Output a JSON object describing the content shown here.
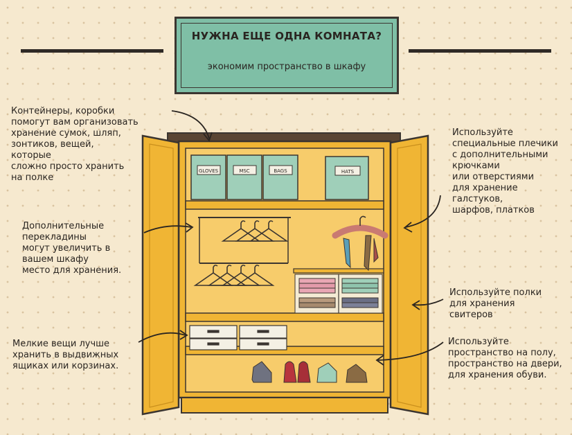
{
  "banner": {
    "title": "НУЖНА ЕЩЕ ОДНА КОМНАТА?",
    "subtitle": "экономим пространство в шкафу"
  },
  "notes": {
    "boxes": "Контейнеры, коробки\nпомогут вам организовать\nхранение сумок, шляп,\nзонтиков, вещей,\nкоторые\nсложно просто хранить\nна полке",
    "rods": "Дополнительные\nперекладины\nмогут увеличить в\nвашем шкафу\nместо для хранения.",
    "drawers": "Мелкие вещи лучше\nхранить в выдвижных\nящиках или корзинах.",
    "hangers": "Используйте\nспециальные плечики\nс дополнительными\nкрючками\nили отверстиями\nдля хранение\nгалстуков,\nшарфов, платков",
    "shelves": "Используйте полки\nдля хранения\nсвитеров",
    "shoes": "Используйте\nпространство на полу,\nпространство на двери,\nдля хранения обуви."
  },
  "box_labels": [
    "GLOVES",
    "MSC",
    "BAGS",
    "HATS"
  ],
  "colors": {
    "background": "#f6e9cf",
    "banner": "#7fbfa6",
    "wardrobe": "#f0b534",
    "wardrobe_inside": "#f7cc6b",
    "boxes": "#9fcfb9",
    "outline": "#3b3530"
  }
}
